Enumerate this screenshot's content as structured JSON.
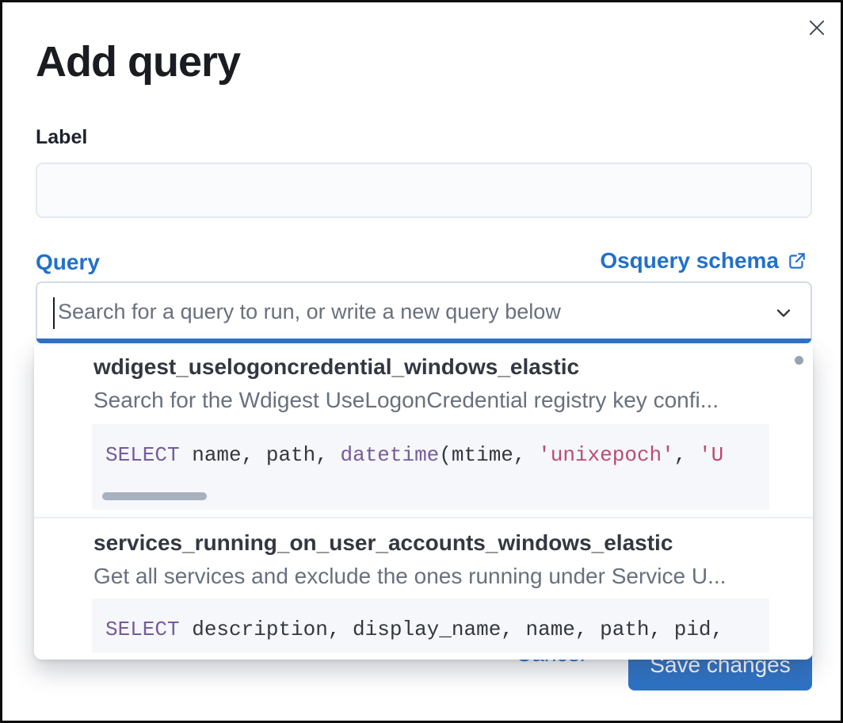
{
  "header": {
    "title": "Add query"
  },
  "form": {
    "label_field": {
      "label": "Label",
      "value": "",
      "placeholder": ""
    },
    "query_field": {
      "label": "Query",
      "schema_link_label": "Osquery schema",
      "placeholder": "Search for a query to run, or write a new query below",
      "value": ""
    }
  },
  "dropdown": {
    "options": [
      {
        "title": "wdigest_uselogoncredential_windows_elastic",
        "description": "Search for the Wdigest UseLogonCredential registry key confi...",
        "code_tokens": [
          {
            "type": "keyword",
            "text": "SELECT"
          },
          {
            "type": "plain",
            "text": " name, path, "
          },
          {
            "type": "keyword",
            "text": "datetime"
          },
          {
            "type": "plain",
            "text": "(mtime, "
          },
          {
            "type": "string",
            "text": "'unixepoch'"
          },
          {
            "type": "plain",
            "text": ", "
          },
          {
            "type": "string",
            "text": "'U"
          }
        ],
        "has_horizontal_scrollbar": true
      },
      {
        "title": "services_running_on_user_accounts_windows_elastic",
        "description": "Get all services and exclude the ones running under Service U...",
        "code_tokens": [
          {
            "type": "keyword",
            "text": "SELECT"
          },
          {
            "type": "plain",
            "text": " description, display_name, name, path, pid,"
          }
        ],
        "has_horizontal_scrollbar": false
      }
    ]
  },
  "footer": {
    "cancel_label": "Cancel",
    "save_label": "Save changes"
  },
  "colors": {
    "primary_blue": "#2270c8",
    "button_blue": "#2e72c4",
    "focus_underline": "#2f72c7",
    "heading_text": "#1a1c21",
    "body_text": "#343741",
    "subdued_text": "#69707d",
    "code_background": "#f5f7fa",
    "code_keyword": "#765b9d",
    "code_string": "#bd4a6f",
    "scrollbar": "#98a2b3"
  }
}
